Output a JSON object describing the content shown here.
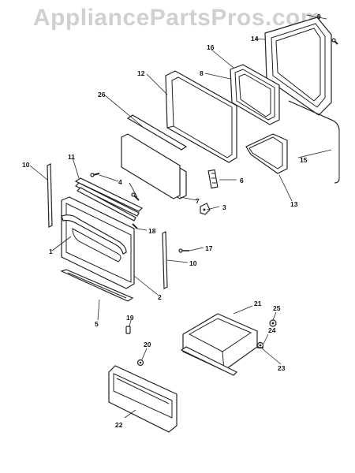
{
  "watermark": "AppliancePartsPros.com",
  "callouts": {
    "c1": "1",
    "c2": "2",
    "c3": "3",
    "c4": "4",
    "c5": "5",
    "c6": "6",
    "c7": "7",
    "c8": "8",
    "c9": "9",
    "c10a": "10",
    "c10b": "10",
    "c11": "11",
    "c12": "12",
    "c13": "13",
    "c14": "14",
    "c15": "15",
    "c16": "16",
    "c17": "17",
    "c18": "18",
    "c19": "19",
    "c20": "20",
    "c21": "21",
    "c22": "22",
    "c23": "23",
    "c24": "24",
    "c25": "25",
    "c26": "26"
  }
}
